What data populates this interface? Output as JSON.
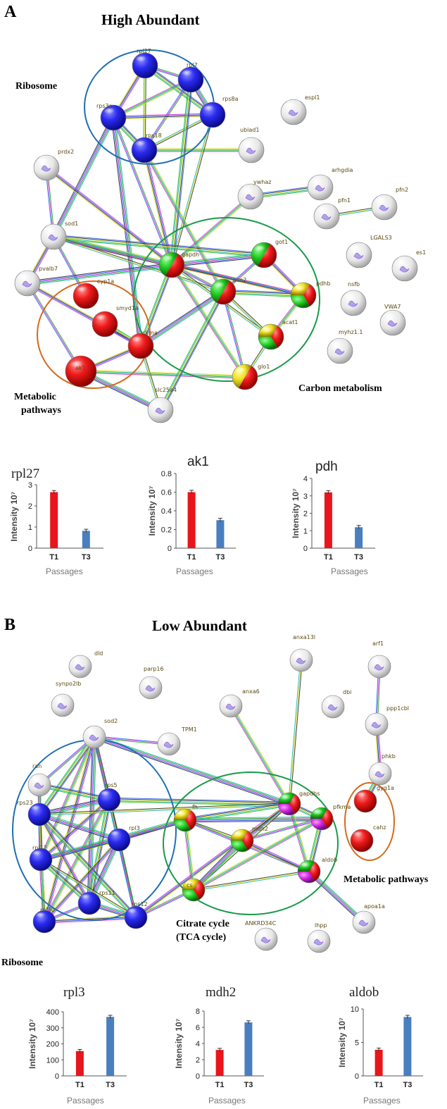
{
  "panel_a": {
    "letter": "A",
    "title": "High Abundant",
    "clusters": {
      "ribosome": "Ribosome",
      "metabolic": [
        "Metabolic",
        "pathways"
      ],
      "carbon": "Carbon metabolism"
    },
    "nodes": [
      {
        "id": "rpl27",
        "label": "rpl27",
        "fill": "blue"
      },
      {
        "id": "rpl7",
        "label": "rpl7",
        "fill": "blue"
      },
      {
        "id": "rps3a",
        "label": "rps3a",
        "fill": "blue"
      },
      {
        "id": "rps8a",
        "label": "rps8a",
        "fill": "blue"
      },
      {
        "id": "rps18",
        "label": "rps18",
        "fill": "blue"
      },
      {
        "id": "espl1",
        "label": "espl1",
        "fill": "white"
      },
      {
        "id": "ubiad1",
        "label": "ubiad1",
        "fill": "white"
      },
      {
        "id": "prdx2",
        "label": "prdx2",
        "fill": "white"
      },
      {
        "id": "ywhaz",
        "label": "ywhaz",
        "fill": "white"
      },
      {
        "id": "arhgdia",
        "label": "arhgdia",
        "fill": "white"
      },
      {
        "id": "pfn2",
        "label": "pfn2",
        "fill": "white"
      },
      {
        "id": "pfn1",
        "label": "pfn1",
        "fill": "white"
      },
      {
        "id": "sod1",
        "label": "sod1",
        "fill": "white"
      },
      {
        "id": "gapdh",
        "label": "gapdh",
        "fill": "red-green"
      },
      {
        "id": "got1",
        "label": "got1",
        "fill": "red-green"
      },
      {
        "id": "LGALS3",
        "label": "LGALS3",
        "fill": "white"
      },
      {
        "id": "es1",
        "label": "es1",
        "fill": "white"
      },
      {
        "id": "pvalb7",
        "label": "pvalb7",
        "fill": "white"
      },
      {
        "id": "cyp1a",
        "label": "cyp1a",
        "fill": "red"
      },
      {
        "id": "aco2",
        "label": "aco2",
        "fill": "red-green"
      },
      {
        "id": "pdhb",
        "label": "pdhb",
        "fill": "red-green-yellow"
      },
      {
        "id": "nsfb",
        "label": "nsfb",
        "fill": "white"
      },
      {
        "id": "smyd1a",
        "label": "smyd1a",
        "fill": "red"
      },
      {
        "id": "VWA7",
        "label": "VWA7",
        "fill": "white"
      },
      {
        "id": "acat1",
        "label": "acat1",
        "fill": "red-green-yellow"
      },
      {
        "id": "ckma",
        "label": "ckma",
        "fill": "red"
      },
      {
        "id": "myhz1.1",
        "label": "myhz1.1",
        "fill": "white"
      },
      {
        "id": "ak1",
        "label": "ak1",
        "fill": "red"
      },
      {
        "id": "glo1",
        "label": "glo1",
        "fill": "red-yellow"
      },
      {
        "id": "slc25a4",
        "label": "slc25a4",
        "fill": "white"
      }
    ]
  },
  "panel_b": {
    "letter": "B",
    "title": "Low Abundant",
    "clusters": {
      "ribosome": "Ribosome",
      "citrate": [
        "Citrate cycle",
        "(TCA cycle)"
      ],
      "metabolic": "Metabolic pathways"
    },
    "nodes": [
      {
        "id": "dld",
        "label": "dld",
        "fill": "white"
      },
      {
        "id": "anxa13l",
        "label": "anxa13l",
        "fill": "white"
      },
      {
        "id": "arf1",
        "label": "arf1",
        "fill": "white"
      },
      {
        "id": "parp16",
        "label": "parp16",
        "fill": "white"
      },
      {
        "id": "synpo2lb",
        "label": "synpo2lb",
        "fill": "white"
      },
      {
        "id": "anxa6",
        "label": "anxa6",
        "fill": "white"
      },
      {
        "id": "dbi",
        "label": "dbi",
        "fill": "white"
      },
      {
        "id": "ppp1cbl",
        "label": "ppp1cbl",
        "fill": "white"
      },
      {
        "id": "sod2",
        "label": "sod2",
        "fill": "white"
      },
      {
        "id": "TPM1",
        "label": "TPM1",
        "fill": "white"
      },
      {
        "id": "phkb",
        "label": "phkb",
        "fill": "white"
      },
      {
        "id": "ran",
        "label": "ran",
        "fill": "white"
      },
      {
        "id": "rps5",
        "label": "rps5",
        "fill": "blue"
      },
      {
        "id": "rps23",
        "label": "rps23",
        "fill": "blue"
      },
      {
        "id": "gapdhs",
        "label": "gapdhs",
        "fill": "red-magenta-green"
      },
      {
        "id": "gyg1a",
        "label": "gyg1a",
        "fill": "red"
      },
      {
        "id": "fh",
        "label": "fh",
        "fill": "red-green-yellow"
      },
      {
        "id": "pfkma",
        "label": "pfkma",
        "fill": "red-magenta-green"
      },
      {
        "id": "rpl3",
        "label": "rpl3",
        "fill": "blue"
      },
      {
        "id": "rpl12",
        "label": "rpl12",
        "fill": "blue"
      },
      {
        "id": "mdh2",
        "label": "mdh2",
        "fill": "red-green-yellow"
      },
      {
        "id": "cahz",
        "label": "cahz",
        "fill": "red"
      },
      {
        "id": "aldob",
        "label": "aldob",
        "fill": "red-magenta-green"
      },
      {
        "id": "rps11",
        "label": "rps11",
        "fill": "blue"
      },
      {
        "id": "cs",
        "label": "cs",
        "fill": "red-green-yellow"
      },
      {
        "id": "rps12",
        "label": "rps12",
        "fill": "blue"
      },
      {
        "id": "rpl30",
        "label": "rpl30",
        "fill": "blue"
      },
      {
        "id": "apoa1a",
        "label": "apoa1a",
        "fill": "white"
      },
      {
        "id": "ANKRD34C",
        "label": "ANKRD34C",
        "fill": "white"
      },
      {
        "id": "lhpp",
        "label": "lhpp",
        "fill": "white"
      }
    ]
  },
  "colors": {
    "t1_bar": "#e8161c",
    "t3_bar": "#4a7fbf",
    "ribosome_ring": "#1f6fb5",
    "carbon_ring": "#1a9a4a",
    "metabolic_ring": "#d66a1a"
  },
  "chart_data": [
    {
      "type": "bar",
      "title": "rpl27",
      "categories": [
        "T1",
        "T3"
      ],
      "values": [
        2.65,
        0.82
      ],
      "ylabel": "Intensity 10⁷",
      "xlabel": "Passages",
      "ylim": [
        0,
        3
      ],
      "yticks": [
        "0",
        "1",
        "2",
        "3"
      ]
    },
    {
      "type": "bar",
      "title": "ak1",
      "categories": [
        "T1",
        "T3"
      ],
      "values": [
        0.6,
        0.3
      ],
      "ylabel": "Intensity 10⁷",
      "xlabel": "Passages",
      "ylim": [
        0,
        0.8
      ],
      "yticks": [
        "0",
        "0.2",
        "0.4",
        "0.6",
        "0.8"
      ]
    },
    {
      "type": "bar",
      "title": "pdh",
      "categories": [
        "T1",
        "T3"
      ],
      "values": [
        3.2,
        1.2
      ],
      "ylabel": "Intensity 10⁷",
      "xlabel": "Passages",
      "ylim": [
        0,
        4
      ],
      "yticks": [
        "0",
        "1",
        "2",
        "3",
        "4"
      ]
    },
    {
      "type": "bar",
      "title": "rpl3",
      "categories": [
        "T1",
        "T3"
      ],
      "values": [
        155,
        368
      ],
      "ylabel": "Intensity 10⁷",
      "xlabel": "Passages",
      "ylim": [
        0,
        400
      ],
      "yticks": [
        "0",
        "100",
        "200",
        "300",
        "400"
      ]
    },
    {
      "type": "bar",
      "title": "mdh2",
      "categories": [
        "T1",
        "T3"
      ],
      "values": [
        3.2,
        6.6
      ],
      "ylabel": "Intensity 10⁷",
      "xlabel": "Passages",
      "ylim": [
        0,
        8
      ],
      "yticks": [
        "0",
        "2",
        "4",
        "6",
        "8"
      ]
    },
    {
      "type": "bar",
      "title": "aldob",
      "categories": [
        "T1",
        "T3"
      ],
      "values": [
        3.9,
        8.8
      ],
      "ylabel": "Intensity 10⁷",
      "xlabel": "Passages",
      "ylim": [
        0,
        10
      ],
      "yticks": [
        "0",
        "5",
        "10"
      ]
    }
  ]
}
